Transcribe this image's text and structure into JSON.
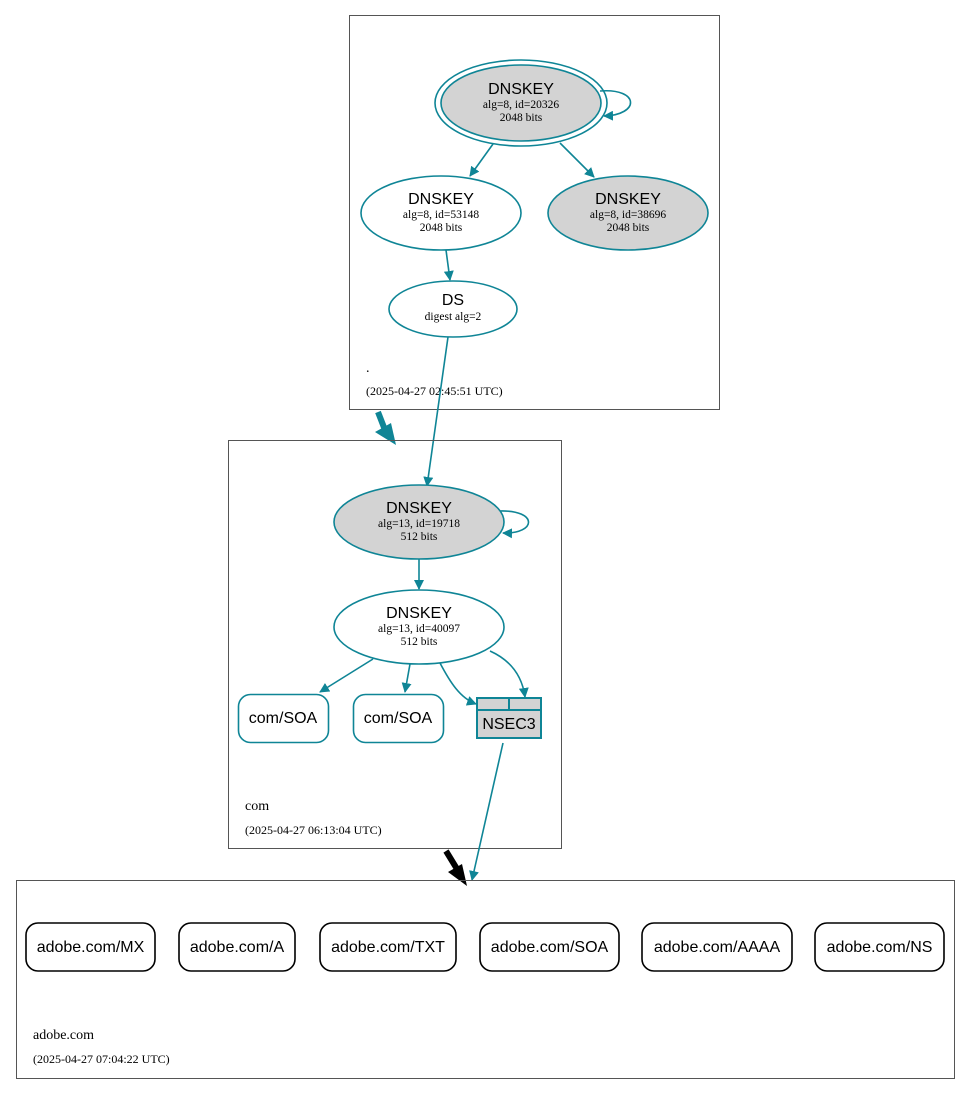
{
  "colors": {
    "edge": "#0f8596",
    "filled_node": "#d3d3d3",
    "zone_border": "#555555",
    "black": "#000000"
  },
  "zones": {
    "root": {
      "name": ".",
      "timestamp": "(2025-04-27 02:45:51 UTC)",
      "dnskey_ksk": {
        "title": "DNSKEY",
        "line1": "alg=8, id=20326",
        "line2": "2048 bits"
      },
      "dnskey_zsk": {
        "title": "DNSKEY",
        "line1": "alg=8, id=53148",
        "line2": "2048 bits"
      },
      "dnskey_other": {
        "title": "DNSKEY",
        "line1": "alg=8, id=38696",
        "line2": "2048 bits"
      },
      "ds": {
        "title": "DS",
        "line1": "digest alg=2"
      }
    },
    "com": {
      "name": "com",
      "timestamp": "(2025-04-27 06:13:04 UTC)",
      "dnskey_ksk": {
        "title": "DNSKEY",
        "line1": "alg=13, id=19718",
        "line2": "512 bits"
      },
      "dnskey_zsk": {
        "title": "DNSKEY",
        "line1": "alg=13, id=40097",
        "line2": "512 bits"
      },
      "soa_1": "com/SOA",
      "soa_2": "com/SOA",
      "nsec3": "NSEC3"
    },
    "adobe": {
      "name": "adobe.com",
      "timestamp": "(2025-04-27 07:04:22 UTC)",
      "rrsets": [
        "adobe.com/MX",
        "adobe.com/A",
        "adobe.com/TXT",
        "adobe.com/SOA",
        "adobe.com/AAAA",
        "adobe.com/NS"
      ]
    }
  }
}
